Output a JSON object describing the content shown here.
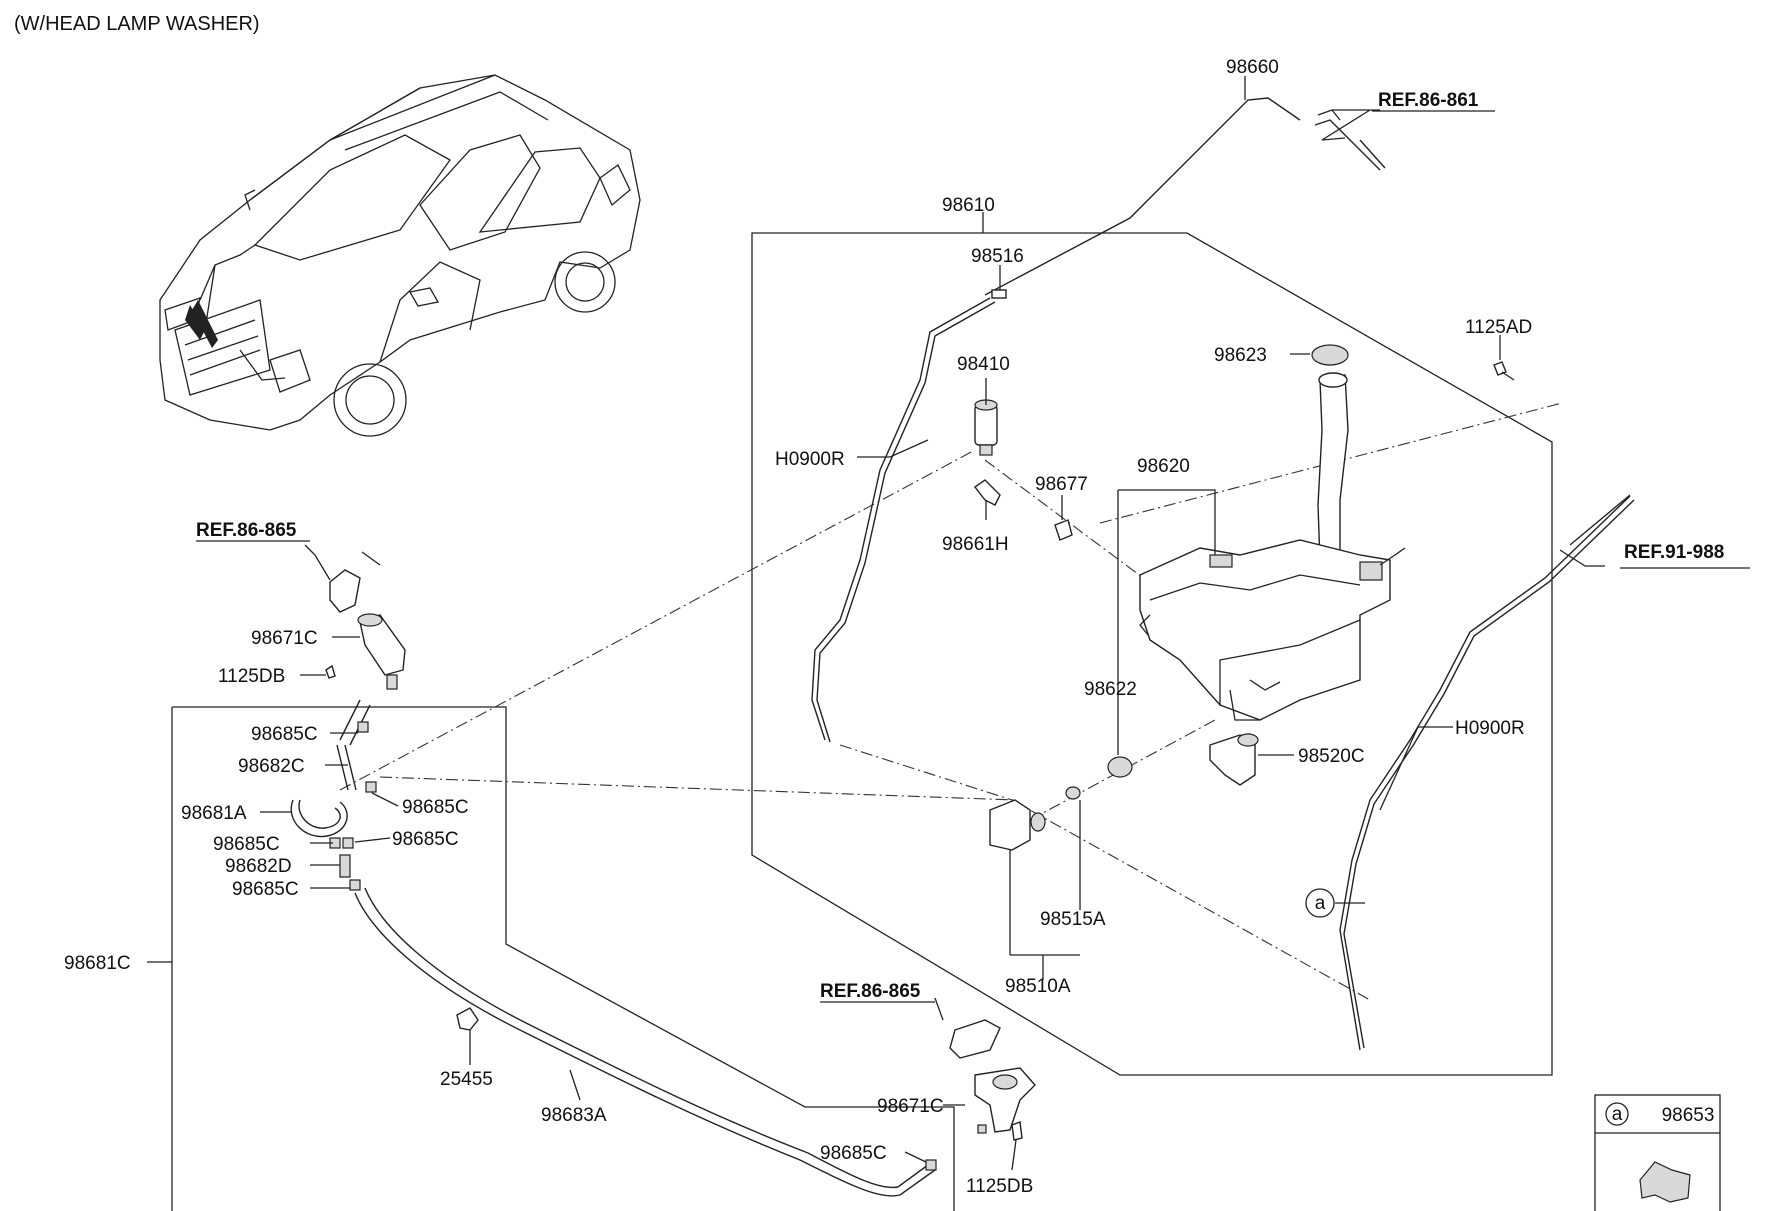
{
  "header": "(W/HEAD LAMP WASHER)",
  "refs": {
    "r1": "REF.86-861",
    "r2": "REF.86-865",
    "r3": "REF.91-988",
    "r4": "REF.86-865"
  },
  "labels": {
    "p98660": "98660",
    "p98610": "98610",
    "p98516": "98516",
    "p98410": "98410",
    "pH0900R_a": "H0900R",
    "p98677": "98677",
    "p98661H": "98661H",
    "p98620": "98620",
    "p98623": "98623",
    "p1125AD": "1125AD",
    "p98622": "98622",
    "p98520C": "98520C",
    "pH0900R_b": "H0900R",
    "p98515A": "98515A",
    "p98510A": "98510A",
    "p98671C_a": "98671C",
    "p1125DB_a": "1125DB",
    "p98685C_1": "98685C",
    "p98682C": "98682C",
    "p98681A": "98681A",
    "p98685C_2": "98685C",
    "p98685C_3": "98685C",
    "p98685C_4": "98685C",
    "p98682D": "98682D",
    "p98685C_5": "98685C",
    "p98681C": "98681C",
    "p25455": "25455",
    "p98683A": "98683A",
    "p98671C_b": "98671C",
    "p98685C_6": "98685C",
    "p1125DB_b": "1125DB"
  },
  "legend": {
    "marker": "a",
    "part": "98653"
  },
  "callout_marker": "a"
}
